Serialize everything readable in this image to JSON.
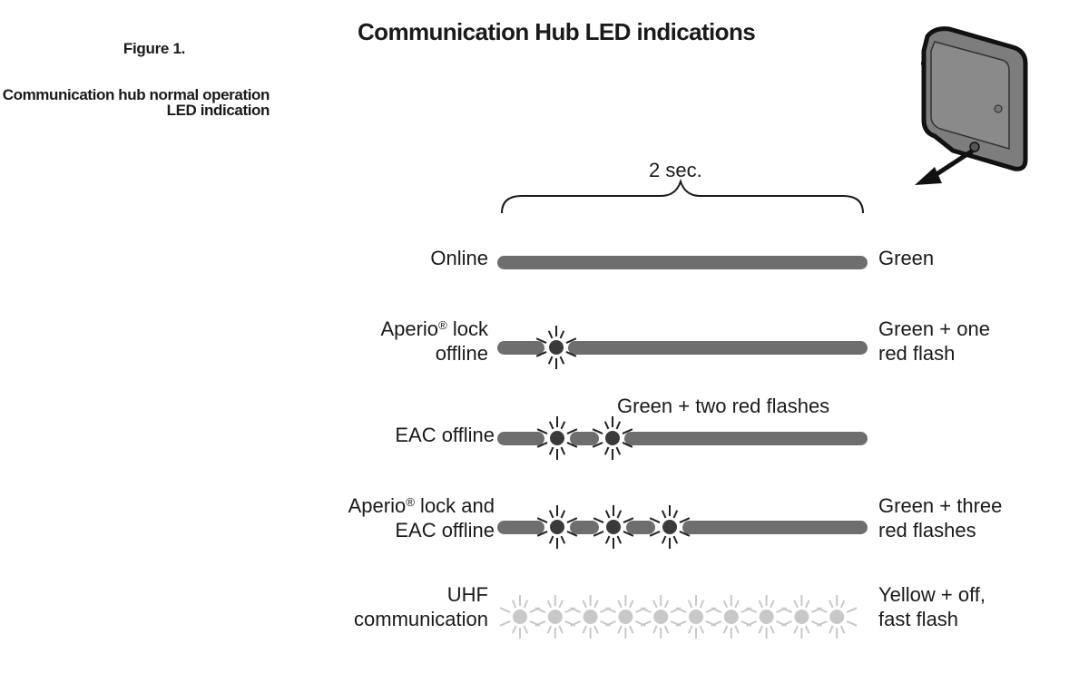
{
  "figure": {
    "label": "Figure 1.",
    "caption": "Communication hub normal operation LED indication"
  },
  "title": "Communication Hub LED indications",
  "time_span": "2 sec.",
  "rows": [
    {
      "name_parts": [
        "Online"
      ],
      "indication": "Green",
      "red_flashes": 0
    },
    {
      "name_parts": [
        "Aperio",
        "®",
        " lock",
        "offline"
      ],
      "indication_lines": [
        "Green + one",
        "red flash"
      ],
      "red_flashes": 1
    },
    {
      "name": "EAC offline",
      "indication": "Green + two red flashes",
      "red_flashes": 2
    },
    {
      "name_parts": [
        "Aperio",
        "®",
        " lock and",
        "EAC offline"
      ],
      "indication_lines": [
        "Green + three",
        "red flashes"
      ],
      "red_flashes": 3
    },
    {
      "name_lines": [
        "UHF",
        "communication"
      ],
      "indication_lines": [
        "Yellow + off,",
        "fast flash"
      ],
      "yellow_flashes": 10
    }
  ],
  "colors": {
    "bar_green_state": "#6e6e6e",
    "flash_dot": "#3a3a3a",
    "yellow_flash": "#c8c8c8"
  },
  "icons": {
    "hub": "communication-hub-device-icon",
    "pointer": "led-pointer-arrow-icon"
  }
}
